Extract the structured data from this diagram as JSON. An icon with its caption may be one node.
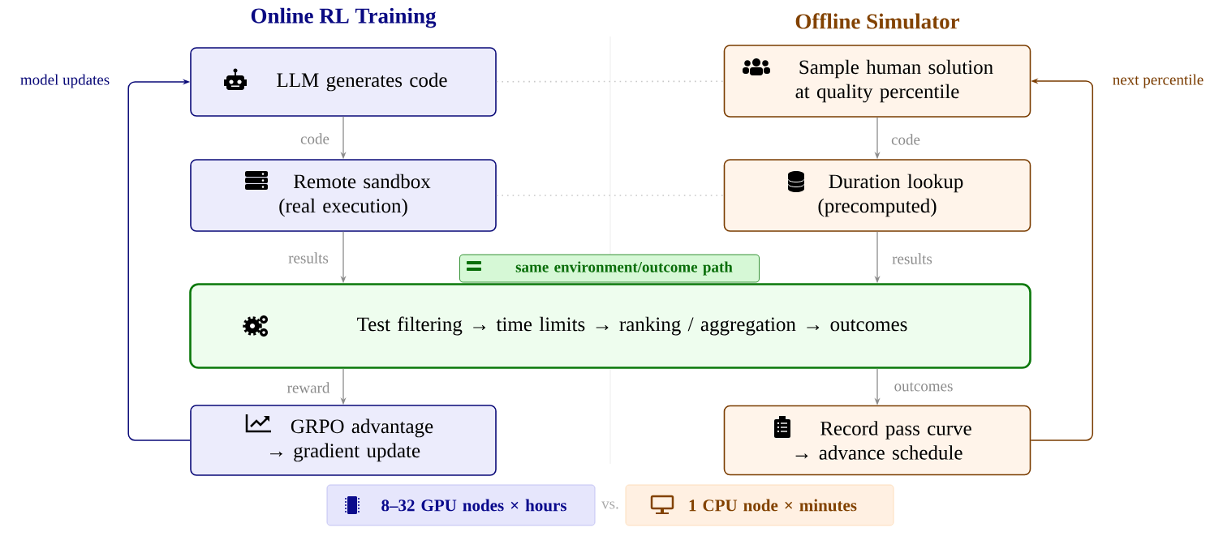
{
  "diagram": {
    "nodes": [
      {
        "text": [
          "LLM generates code"
        ]
      },
      {
        "text": [
          "Sample human solution at quality percentile"
        ]
      },
      {
        "text": [
          "Remote sandbox (real execution)"
        ]
      },
      {
        "text": [
          "Duration lookup (precomputed)"
        ]
      },
      {
        "text": [
          "same environment/outcome path"
        ]
      },
      {
        "text": [
          "Test filtering → time limits → ranking / aggregation → outcomes"
        ]
      },
      {
        "text": [
          "GRPO advantage → gradient update"
        ]
      },
      {
        "text": [
          "Record pass curve → advance schedule"
        ]
      },
      {
        "text": [
          "8–32 GPU nodes × hours"
        ]
      },
      {
        "text": [
          "1 CPU node × minutes"
        ]
      }
    ],
    "edges": [
      {
        "from": 0,
        "to": 2,
        "arrow": "to",
        "label": "code"
      },
      {
        "from": 2,
        "to": 5,
        "arrow": "to",
        "label": "results"
      },
      {
        "from": 5,
        "to": 6,
        "arrow": "to",
        "label": "reward"
      },
      {
        "from": 6,
        "to": 0,
        "arrow": "to",
        "label": "model updates",
        "color": "#0a0a78"
      },
      {
        "from": 1,
        "to": 3,
        "arrow": "to",
        "label": "code"
      },
      {
        "from": 3,
        "to": 5,
        "arrow": "to",
        "label": "results"
      },
      {
        "from": 5,
        "to": 7,
        "arrow": "to",
        "label": "outcomes"
      },
      {
        "from": 7,
        "to": 1,
        "arrow": "to",
        "label": "next percentile",
        "color": "#7a3c00"
      },
      {
        "from": 0,
        "to": 1,
        "arrow": "none",
        "style": "dashed",
        "color": "#c8c8c8"
      },
      {
        "from": 2,
        "to": 3,
        "arrow": "none",
        "style": "dashed",
        "color": "#c8c8c8"
      }
    ],
    "labels": [
      "Online RL Training",
      "Offline Simulator",
      "vs."
    ]
  }
}
